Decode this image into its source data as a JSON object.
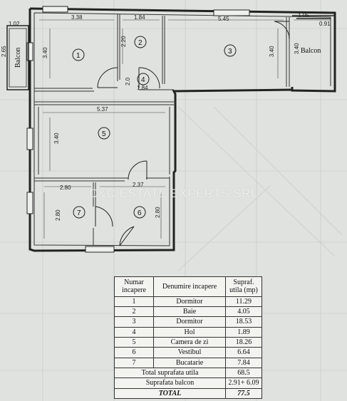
{
  "plan": {
    "balcony_left_label": "Balcon",
    "balcony_right_label": "Balcon",
    "dims": [
      "1.02",
      "2.65",
      "3.38",
      "1.84",
      "5.45",
      "1.05",
      "0.91",
      "3.40",
      "2.20",
      "3.40",
      "3.40",
      "2.0",
      "1.84",
      "5.37",
      "3.40",
      "2.80",
      "2.37",
      "2.80",
      "2.80"
    ],
    "rooms": [
      "1",
      "2",
      "3",
      "4",
      "5",
      "6",
      "7"
    ]
  },
  "watermark": "C&C ESTATE EXPERTS SRL",
  "table": {
    "headers": [
      "Numar incapere",
      "Denumire incapere",
      "Supraf. utila (mp)"
    ],
    "rows": [
      {
        "num": "1",
        "name": "Dormitor",
        "area": "11.29"
      },
      {
        "num": "2",
        "name": "Baie",
        "area": "4.05"
      },
      {
        "num": "3",
        "name": "Dormitor",
        "area": "18.53"
      },
      {
        "num": "4",
        "name": "Hol",
        "area": "1.89"
      },
      {
        "num": "5",
        "name": "Camera de zi",
        "area": "18.26"
      },
      {
        "num": "6",
        "name": "Vestibul",
        "area": "6.64"
      },
      {
        "num": "7",
        "name": "Bucatarie",
        "area": "7.84"
      }
    ],
    "total_useful": {
      "label": "Total suprafata utila",
      "value": "68.5"
    },
    "balcony": {
      "label": "Suprafata balcon",
      "value": "2.91+ 6.09"
    },
    "total": {
      "label": "TOTAL",
      "value": "77.5"
    }
  }
}
